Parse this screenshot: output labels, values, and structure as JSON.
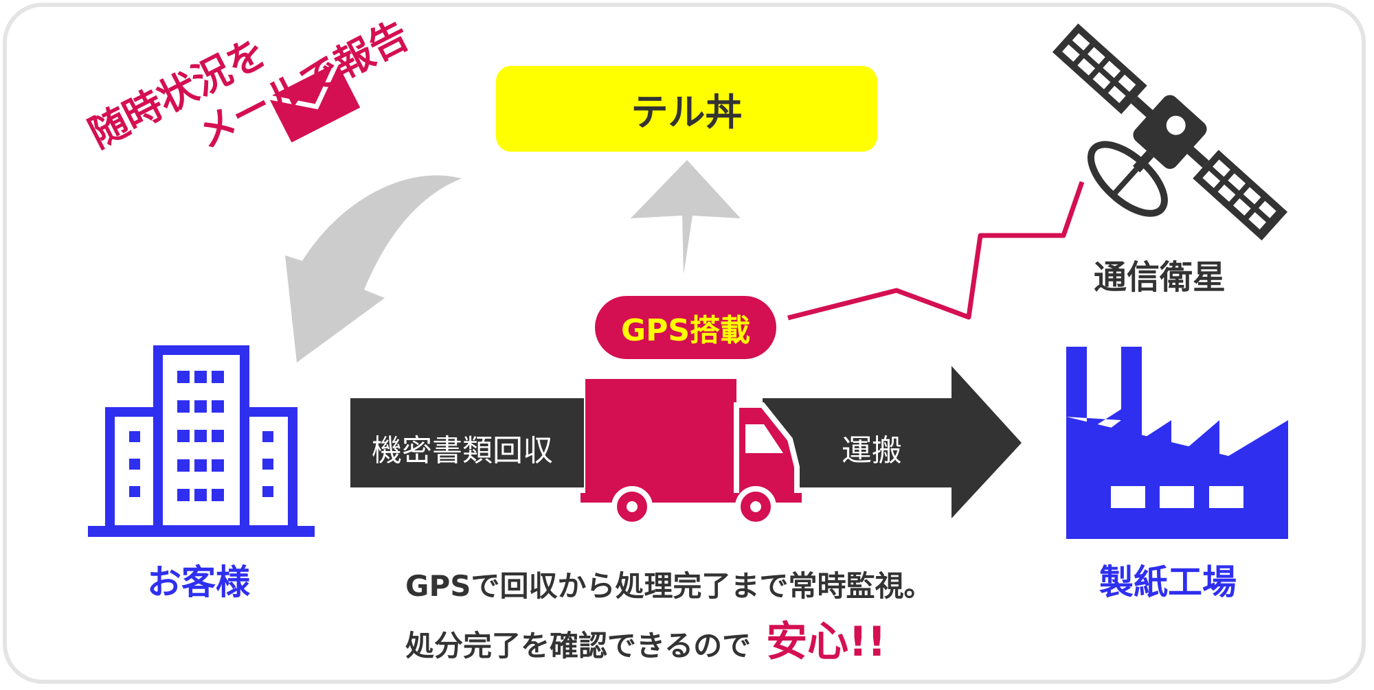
{
  "brand": {
    "name": "テル丼"
  },
  "notice": {
    "line1": "随時状況を",
    "line2": "メールで報告"
  },
  "satellite": {
    "label": "通信衛星"
  },
  "truck": {
    "badge": "GPS搭載"
  },
  "customer": {
    "label": "お客様"
  },
  "factory": {
    "label": "製紙工場"
  },
  "flow": {
    "collect_label": "機密書類回収",
    "transport_label": "運搬"
  },
  "caption": {
    "line1": "GPSで回収から処理完了まで常時監視。",
    "line2": "処分完了を確認できるので",
    "emphasis": "安心!!"
  },
  "colors": {
    "accent": "#d40f52",
    "brand_bg": "#ffff00",
    "dark": "#333333",
    "blue": "#2f2ff0",
    "gray_arrow": "#cccccc",
    "frame": "#e4e4e4"
  },
  "icons": [
    "envelope-icon",
    "satellite-icon",
    "building-icon",
    "truck-icon",
    "factory-icon"
  ]
}
